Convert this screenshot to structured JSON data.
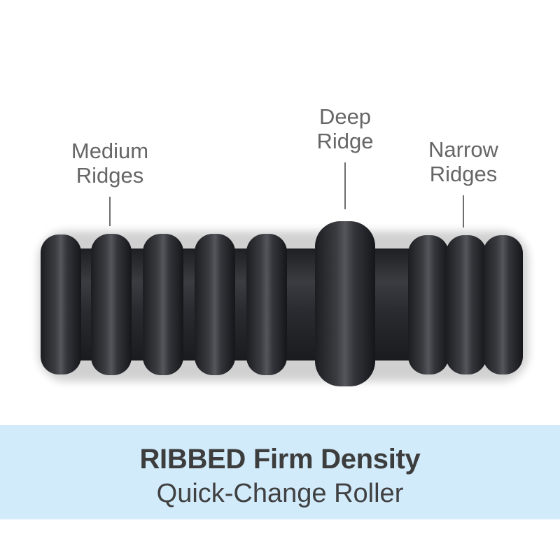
{
  "callouts": [
    {
      "id": "medium",
      "lines": [
        "Medium",
        "Ridges"
      ]
    },
    {
      "id": "deep",
      "lines": [
        "Deep",
        "Ridge"
      ]
    },
    {
      "id": "narrow",
      "lines": [
        "Narrow",
        "Ridges"
      ]
    }
  ],
  "product": {
    "image": "ribbed-foam-roller",
    "color": "#26272b",
    "medium_ridge_count": 5,
    "deep_ridge_count": 1,
    "narrow_ridge_count": 3
  },
  "banner": {
    "title": "RIBBED Firm Density",
    "subtitle": "Quick-Change Roller",
    "background": "#d1ebfb",
    "text_color": "#3d3d3d"
  }
}
